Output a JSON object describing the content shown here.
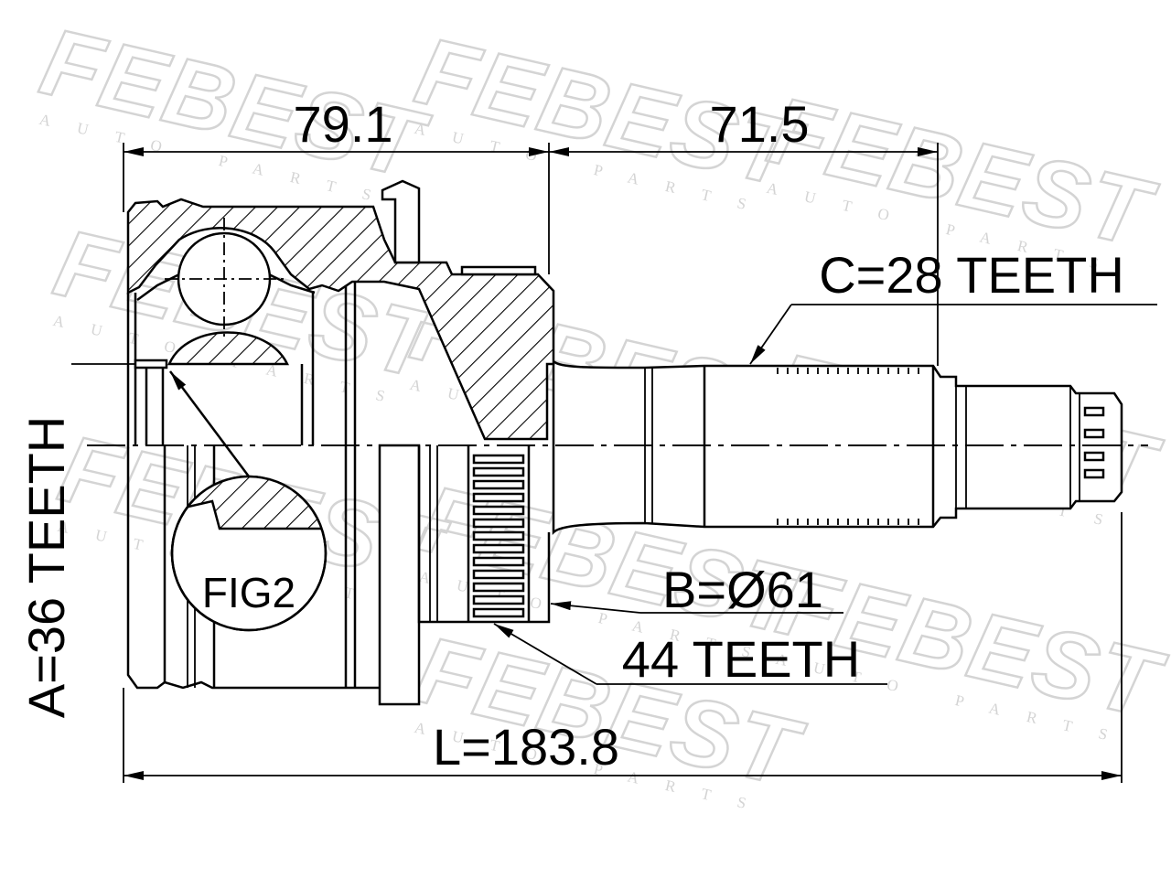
{
  "watermark": {
    "brand": "FEBEST",
    "tagline": "AUTO PARTS"
  },
  "dimensions": {
    "top_left": "79.1",
    "top_right": "71.5",
    "overall_length": "L=183.8"
  },
  "callouts": {
    "inner_spline": "A=36 TEETH",
    "outer_spline": "C=28 TEETH",
    "abs_ring_diameter": "B=Ø61",
    "abs_ring_teeth": "44 TEETH",
    "detail": "FIG2"
  },
  "colors": {
    "line": "#000000",
    "background": "#ffffff",
    "watermark": "#d4d4d4"
  }
}
